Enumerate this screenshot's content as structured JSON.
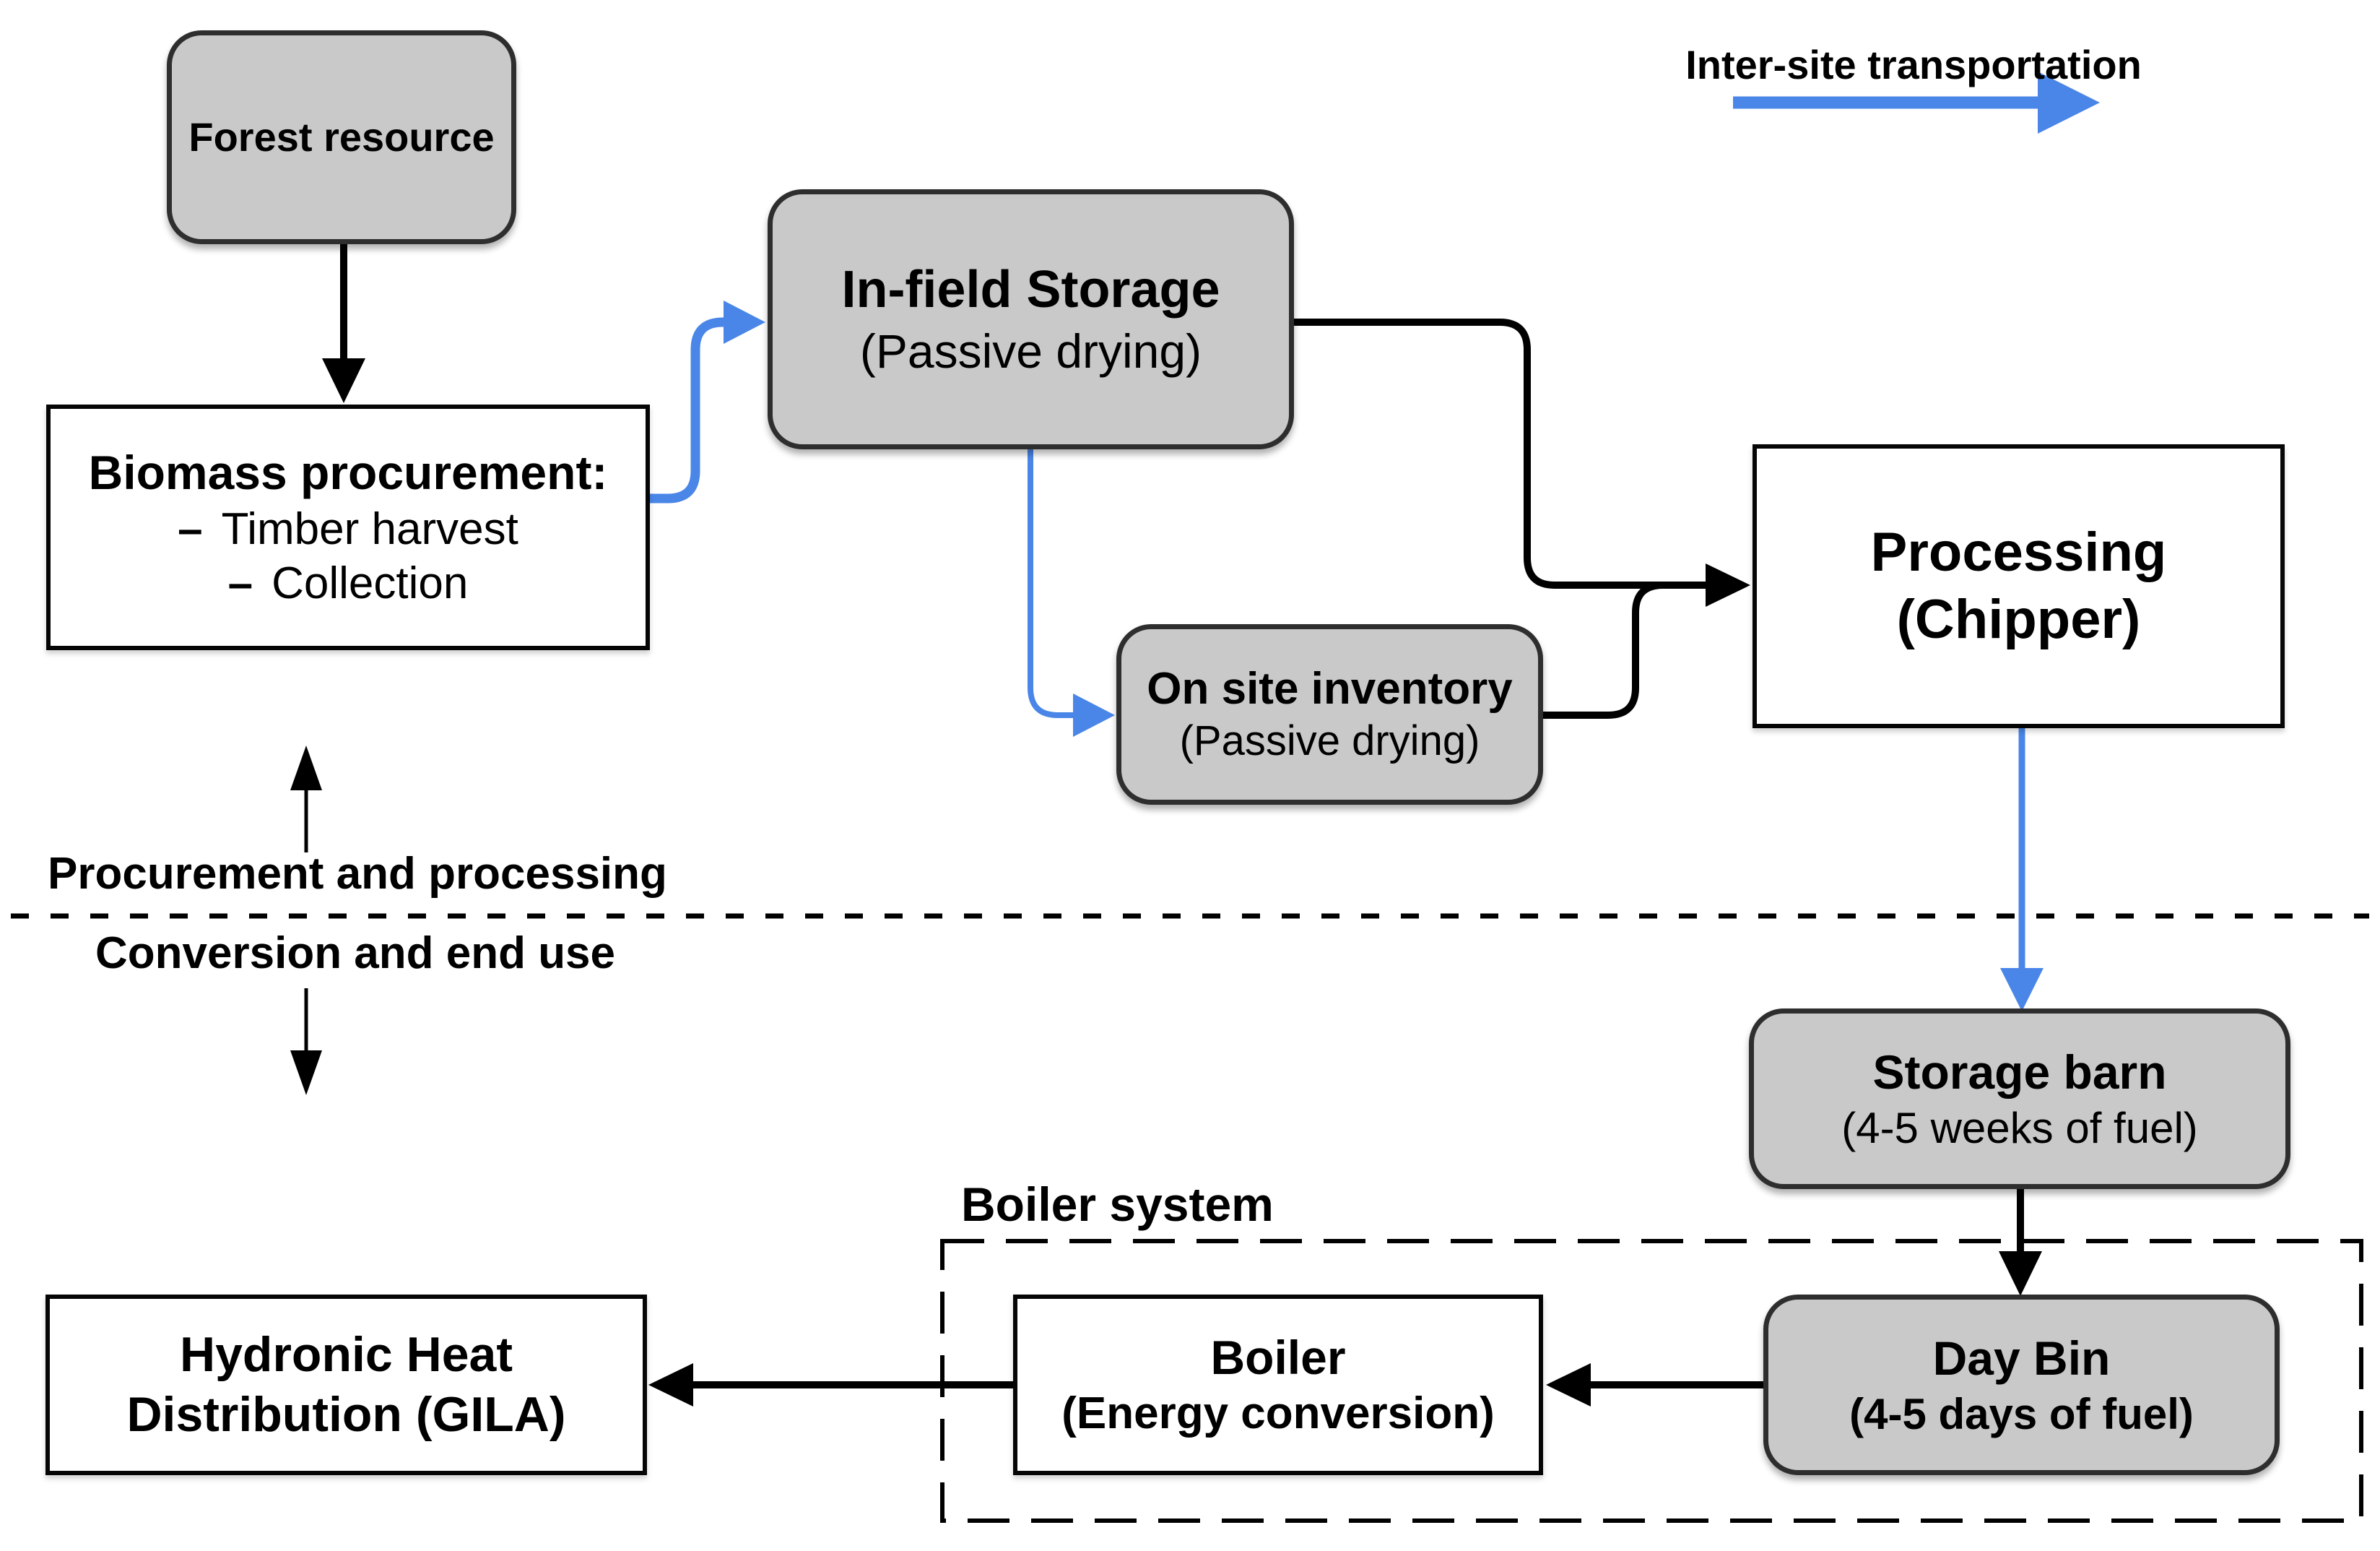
{
  "legend": {
    "label": "Inter-site transportation"
  },
  "sections": {
    "top_label": "Procurement and processing",
    "bottom_label": "Conversion and end use"
  },
  "boiler_system": {
    "label": "Boiler system"
  },
  "nodes": {
    "forest": {
      "title": "Forest resource"
    },
    "biomass": {
      "title": "Biomass procurement:",
      "bullet": "–",
      "items": [
        "Timber harvest",
        "Collection"
      ]
    },
    "infield": {
      "title": "In-field Storage",
      "subtitle": "(Passive drying)"
    },
    "onsite": {
      "title": "On site inventory",
      "subtitle": "(Passive drying)"
    },
    "processing": {
      "title": "Processing",
      "subtitle": "(Chipper)"
    },
    "storage_barn": {
      "title": "Storage barn",
      "subtitle": "(4-5 weeks of fuel)"
    },
    "day_bin": {
      "title": "Day Bin",
      "subtitle": "(4-5 days of fuel)"
    },
    "boiler": {
      "title": "Boiler",
      "subtitle": "(Energy conversion)"
    },
    "hydronic": {
      "title_line1": "Hydronic Heat",
      "title_line2": "Distribution (GILA)"
    }
  },
  "colors": {
    "transport_blue": "#4a86e8",
    "flow_black": "#000000",
    "node_gray_fill": "#c9c9c9",
    "node_border": "#2e2e2e",
    "background": "#ffffff"
  }
}
